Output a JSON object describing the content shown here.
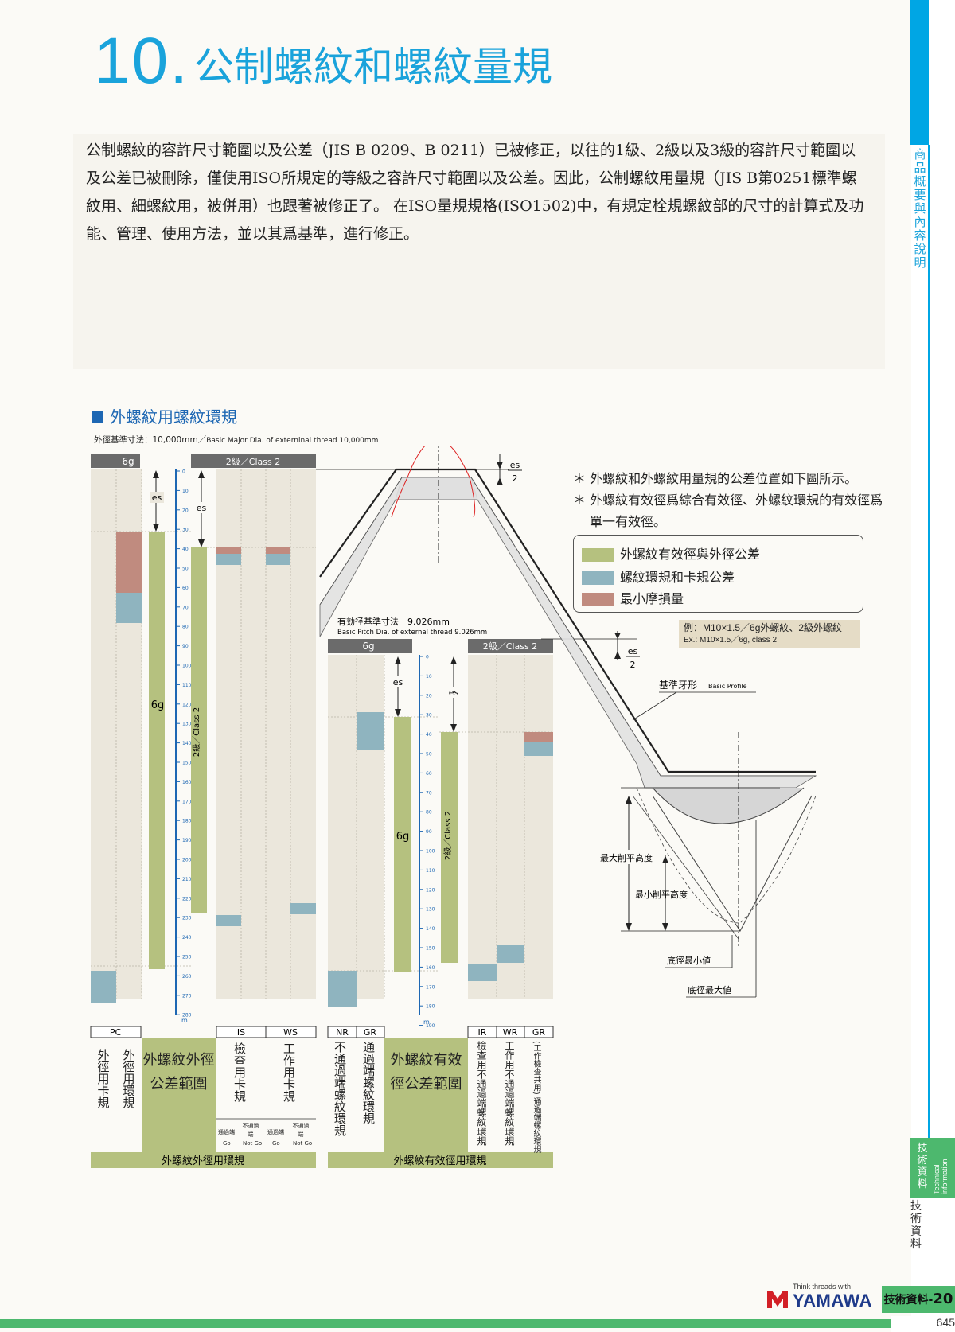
{
  "title": {
    "number": "10.",
    "text": "公制螺紋和螺紋量規"
  },
  "intro": "公制螺紋的容許尺寸範圍以及公差（JIS B 0209、B 0211）已被修正，以往的1級、2級以及3級的容許尺寸範圍以及公差已被刪除，僅使用ISO所規定的等級之容許尺寸範圍以及公差。因此，公制螺紋用量規（JIS B第0251標準螺紋用、細螺紋用，被併用）也跟著被修正了。 在ISO量規規格(ISO1502)中，有規定栓規螺紋部的尺寸的計算式及功能、管理、使用方法，並以其爲基準，進行修正。",
  "side_category": "商品概要與內容說明",
  "side_tab": {
    "cjk": "技術資料",
    "en": "Technical information",
    "below": "技術資料"
  },
  "section_heading": "外螺紋用螺紋環規",
  "major_dia_note": {
    "cjk": "外徑基準寸法：10,000mm／",
    "en": "Basic Major Dia. of externinal thread 10,000mm"
  },
  "pitch_dia_note": {
    "cjk": "有効径基準寸法　9.026mm",
    "en": "Basic Pitch Dia. of external thread 9.026mm"
  },
  "chart_left": {
    "header_6g": "6g",
    "header_class2": "2級／Class 2",
    "es": "es",
    "bar_6g": "6g",
    "bar_class2": "2級／Class 2",
    "cols": [
      "PC",
      "IS",
      "WS"
    ],
    "col_labels": {
      "pc1": "外徑用卡規",
      "pc2": "外徑用環規",
      "is": "檢查用卡規",
      "ws": "工作用卡規"
    },
    "range_label": "外螺紋外徑公差範圍",
    "go": "通過端",
    "go_en": "Go",
    "notgo": "不通過端",
    "notgo_en": "Not Go",
    "footer": "外螺紋外徑用環規",
    "scale_unit": "m"
  },
  "chart_right": {
    "header_6g": "6g",
    "header_class2": "2級／Class 2",
    "es": "es",
    "bar_6g": "6g",
    "bar_class2": "2級／Class 2",
    "cols": [
      "NR",
      "GR",
      "IR",
      "WR",
      "GR"
    ],
    "col_labels": {
      "nr": "不通過端螺紋環規",
      "gr": "通過端螺紋環規",
      "ir": "檢查用不通過端螺紋環規",
      "wr": "工作用不通過端螺紋環規",
      "gr2": "(工作檢查共用) 通過端螺紋環規"
    },
    "range_label": "外螺紋有效徑公差範圍",
    "footer": "外螺紋有效徑用環規",
    "scale_unit": "m"
  },
  "profile": {
    "es_top": "es",
    "es_top_div": "2",
    "es_mid": "es",
    "es_mid_div": "2",
    "basic_profile": "基準牙形",
    "basic_profile_en": "Basic Profile",
    "max_flat": "最大削平高度",
    "min_flat": "最小削平高度",
    "root_min": "底徑最小値",
    "root_max": "底徑最大値"
  },
  "notes": [
    "外螺紋和外螺紋用量規的公差位置如下圖所示。",
    "外螺紋有效徑爲綜合有效徑、外螺紋環規的有效徑爲單一有效徑。"
  ],
  "legend": [
    {
      "label": "外螺紋有效徑與外徑公差",
      "color": "#b5c17f"
    },
    {
      "label": "螺紋環規和卡規公差",
      "color": "#8fb4bf"
    },
    {
      "label": "最小摩損量",
      "color": "#c08b7f"
    }
  ],
  "example": {
    "cjk": "例：M10×1.5／6g外螺紋、2級外螺紋",
    "en": "Ex.: M10×1.5／6g, class 2"
  },
  "scale_ticks": [
    "0",
    "10",
    "20",
    "30",
    "40",
    "50",
    "60",
    "70",
    "80",
    "90",
    "100",
    "110",
    "120",
    "130",
    "140",
    "150",
    "160",
    "170",
    "180",
    "190",
    "200",
    "210",
    "220",
    "230",
    "240",
    "250",
    "260",
    "270",
    "280"
  ],
  "scale_ticks_right": [
    "0",
    "10",
    "20",
    "30",
    "40",
    "50",
    "60",
    "70",
    "80",
    "90",
    "100",
    "110",
    "120",
    "130",
    "140",
    "150",
    "160",
    "170",
    "180",
    "190"
  ],
  "logo": {
    "tagline": "Think threads with",
    "brand": "YAMAWA"
  },
  "page_tab": {
    "prefix": "技術資料-",
    "num": "20"
  },
  "page_number": "645",
  "colors": {
    "accent": "#1aa3db",
    "green": "#4db86e",
    "tolerance": "#b5c17f",
    "gauge": "#8fb4bf",
    "wear": "#c08b7f",
    "header": "#6b6b6b"
  }
}
